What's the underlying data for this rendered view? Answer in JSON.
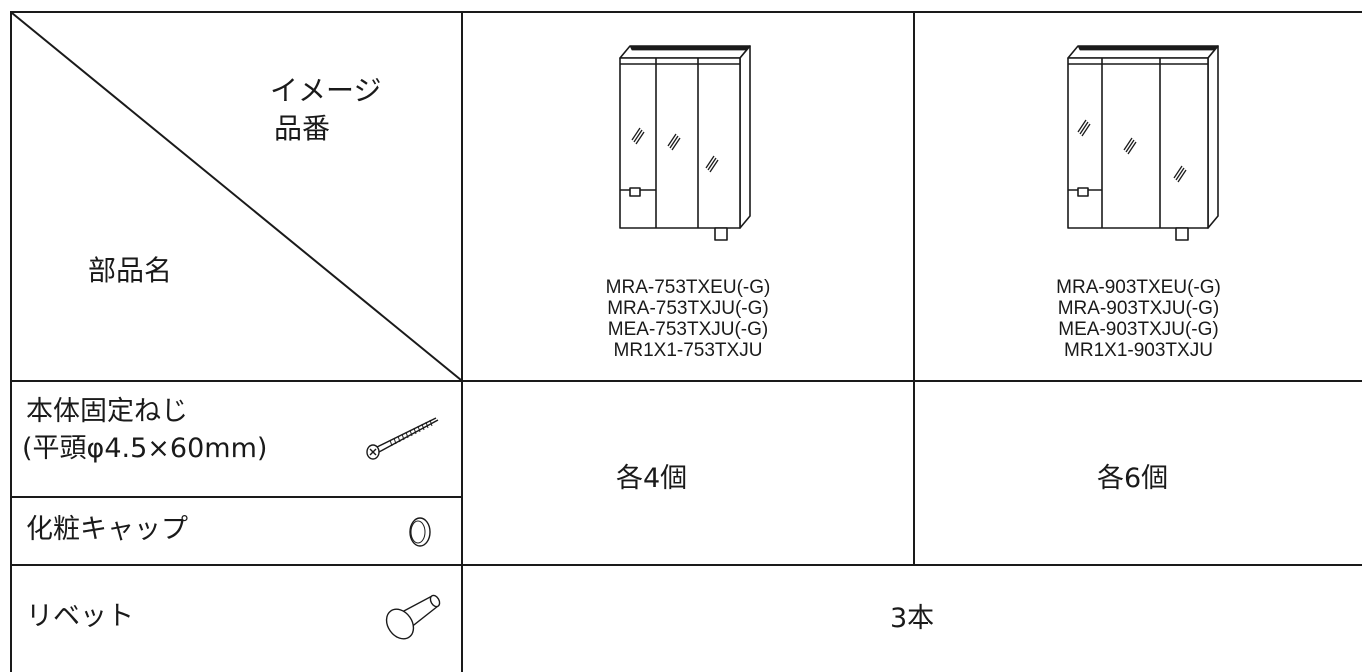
{
  "header": {
    "image_label": "イメージ",
    "part_number_label": "品番",
    "part_name_label": "部品名"
  },
  "products": [
    {
      "models": [
        "MRA-753TXEU(-G)",
        "MRA-753TXJU(-G)",
        "MEA-753TXJU(-G)",
        "MR1X1-753TXJU"
      ]
    },
    {
      "models": [
        "MRA-903TXEU(-G)",
        "MRA-903TXJU(-G)",
        "MEA-903TXJU(-G)",
        "MR1X1-903TXJU"
      ]
    }
  ],
  "parts": [
    {
      "name_line1": "本体固定ねじ",
      "name_line2": "(平頭φ4.5×60mm)",
      "icon": "screw-icon"
    },
    {
      "name": "化粧キャップ",
      "icon": "cap-icon"
    },
    {
      "name": "リベット",
      "icon": "rivet-icon"
    }
  ],
  "quantities": {
    "screws_and_caps_750": "各4個",
    "screws_and_caps_900": "各6個",
    "rivets": "3本"
  }
}
